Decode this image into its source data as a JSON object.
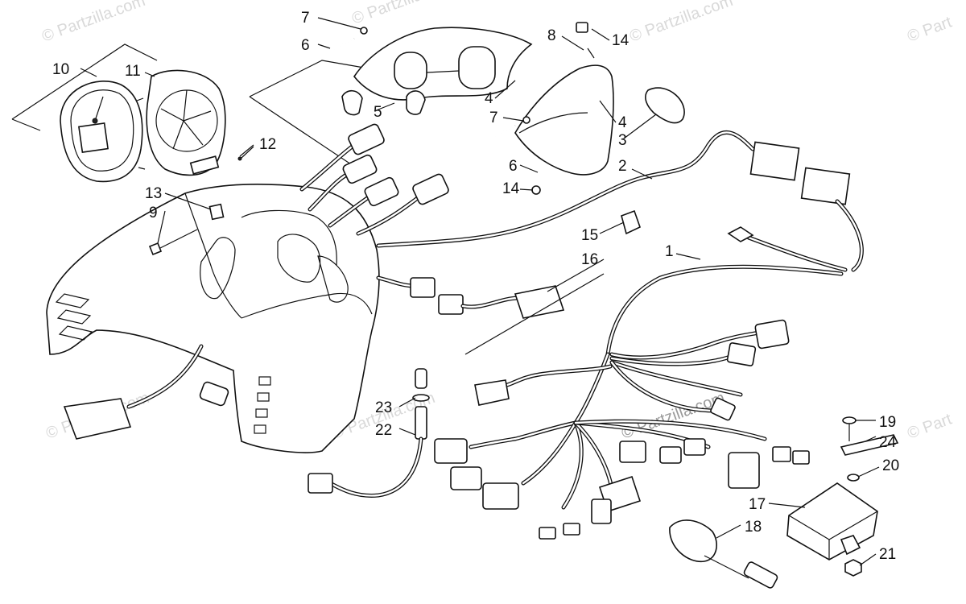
{
  "watermarks": {
    "left": "© Partzilla.com",
    "top_center": "© Partzilla.com",
    "top_right": "© Partzilla.com",
    "far_right": "© Part",
    "mid_left": "© Partzilla.com",
    "mid_center": "© Partzilla.com",
    "harness": "© Partzilla.com",
    "right_edge": "© Part"
  },
  "callouts": [
    {
      "id": "c7a",
      "label": "7"
    },
    {
      "id": "c6a",
      "label": "6"
    },
    {
      "id": "c8",
      "label": "8"
    },
    {
      "id": "c14a",
      "label": "14"
    },
    {
      "id": "c10",
      "label": "10"
    },
    {
      "id": "c11",
      "label": "11"
    },
    {
      "id": "c5",
      "label": "5"
    },
    {
      "id": "c4a",
      "label": "4"
    },
    {
      "id": "c7b",
      "label": "7"
    },
    {
      "id": "c4b",
      "label": "4"
    },
    {
      "id": "c3",
      "label": "3"
    },
    {
      "id": "c12",
      "label": "12"
    },
    {
      "id": "c2",
      "label": "2"
    },
    {
      "id": "c6b",
      "label": "6"
    },
    {
      "id": "c14b",
      "label": "14"
    },
    {
      "id": "c13",
      "label": "13"
    },
    {
      "id": "c9",
      "label": "9"
    },
    {
      "id": "c15",
      "label": "15"
    },
    {
      "id": "c16",
      "label": "16"
    },
    {
      "id": "c1",
      "label": "1"
    },
    {
      "id": "c23",
      "label": "23"
    },
    {
      "id": "c22",
      "label": "22"
    },
    {
      "id": "c19",
      "label": "19"
    },
    {
      "id": "c24",
      "label": "24"
    },
    {
      "id": "c20",
      "label": "20"
    },
    {
      "id": "c17",
      "label": "17"
    },
    {
      "id": "c18",
      "label": "18"
    },
    {
      "id": "c21",
      "label": "21"
    }
  ],
  "colors": {
    "line": "#111111",
    "background": "#ffffff",
    "watermark": "#d9d9d9"
  }
}
